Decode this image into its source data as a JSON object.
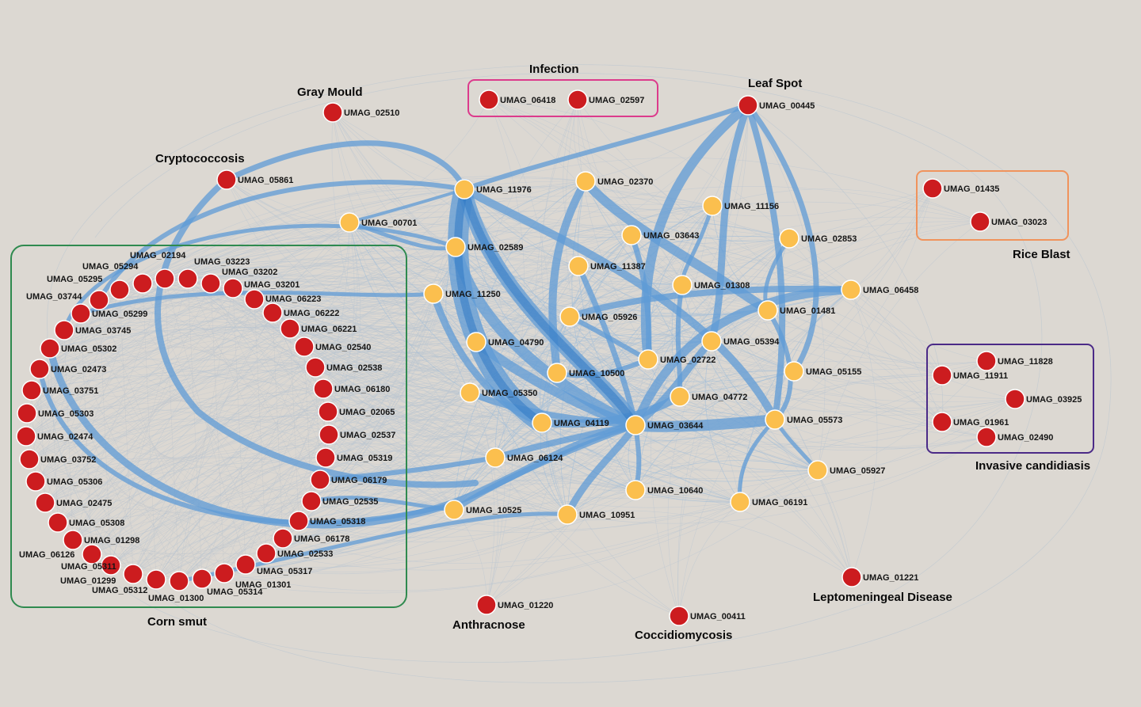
{
  "colors": {
    "background": "#dcd8d2",
    "disease_node": "#cc1c1f",
    "gene_node": "#fbbf4e",
    "node_stroke": "#ffffff",
    "strong_edge": "#5f9bd6",
    "weak_edge": "#b8c4d1",
    "infection_box": "#dc3b8c",
    "rice_blast_box": "#f0935c",
    "candidiasis_box": "#4b2a87",
    "corn_smut_box": "#2f8a4f"
  },
  "groups": {
    "gray_mould": "Gray Mould",
    "infection": "Infection",
    "leaf_spot": "Leaf Spot",
    "cryptococcosis": "Cryptococcosis",
    "rice_blast": "Rice Blast",
    "invasive_candidiasis": "Invasive candidiasis",
    "corn_smut": "Corn smut",
    "anthracnose": "Anthracnose",
    "coccidiomycosis": "Coccidiomycosis",
    "leptomeningeal": "Leptomeningeal Disease"
  },
  "disease_nodes": [
    "UMAG_02510",
    "UMAG_06418",
    "UMAG_02597",
    "UMAG_00445",
    "UMAG_05861",
    "UMAG_01435",
    "UMAG_03023",
    "UMAG_11828",
    "UMAG_11911",
    "UMAG_03925",
    "UMAG_01961",
    "UMAG_02490",
    "UMAG_01220",
    "UMAG_00411",
    "UMAG_01221"
  ],
  "corn_smut_nodes": [
    "UMAG_02194",
    "UMAG_03223",
    "UMAG_05294",
    "UMAG_03202",
    "UMAG_05295",
    "UMAG_03201",
    "UMAG_03744",
    "UMAG_06223",
    "UMAG_05299",
    "UMAG_06222",
    "UMAG_03745",
    "UMAG_06221",
    "UMAG_05302",
    "UMAG_02540",
    "UMAG_02473",
    "UMAG_02538",
    "UMAG_03751",
    "UMAG_06180",
    "UMAG_05303",
    "UMAG_02065",
    "UMAG_02474",
    "UMAG_02537",
    "UMAG_03752",
    "UMAG_05319",
    "UMAG_05306",
    "UMAG_06179",
    "UMAG_02475",
    "UMAG_02535",
    "UMAG_05308",
    "UMAG_05318",
    "UMAG_01298",
    "UMAG_06178",
    "UMAG_06126",
    "UMAG_02533",
    "UMAG_05311",
    "UMAG_05317",
    "UMAG_01299",
    "UMAG_01301",
    "UMAG_05312",
    "UMAG_05314",
    "UMAG_01300"
  ],
  "gene_nodes": [
    "UMAG_11976",
    "UMAG_02370",
    "UMAG_00701",
    "UMAG_11156",
    "UMAG_03643",
    "UMAG_02853",
    "UMAG_02589",
    "UMAG_11387",
    "UMAG_01308",
    "UMAG_11250",
    "UMAG_06458",
    "UMAG_01481",
    "UMAG_05926",
    "UMAG_04790",
    "UMAG_05394",
    "UMAG_02722",
    "UMAG_10500",
    "UMAG_05155",
    "UMAG_05350",
    "UMAG_04772",
    "UMAG_04119",
    "UMAG_03644",
    "UMAG_05573",
    "UMAG_06124",
    "UMAG_05927",
    "UMAG_10640",
    "UMAG_06191",
    "UMAG_10525",
    "UMAG_10951"
  ]
}
